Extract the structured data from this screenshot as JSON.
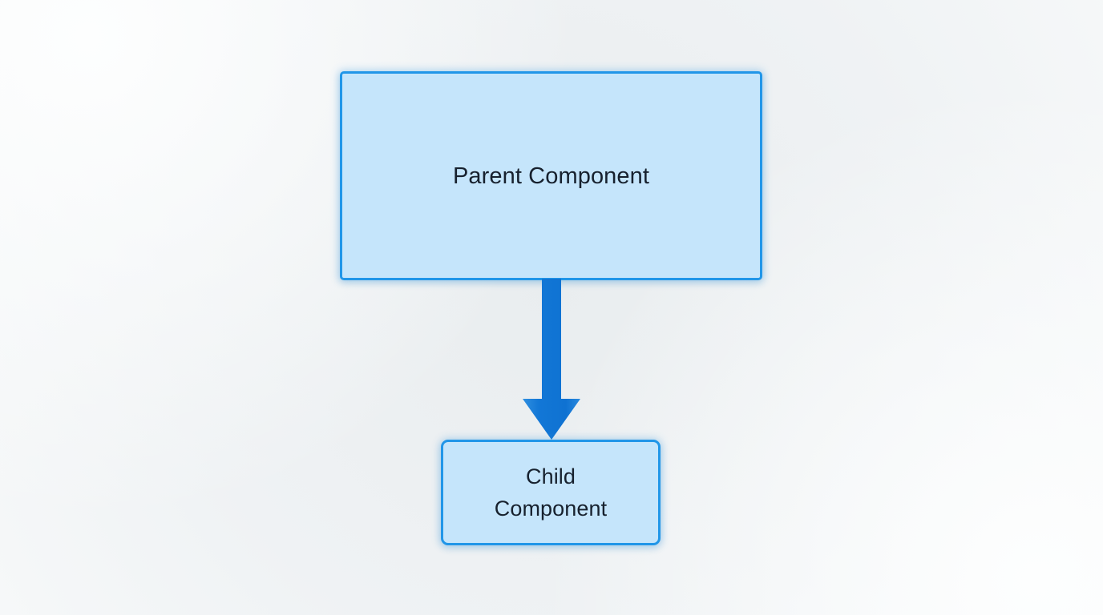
{
  "diagram": {
    "type": "flow-diagram",
    "orientation": "top-to-bottom",
    "background_color": "#eef1f3",
    "nodes": [
      {
        "id": "parent",
        "label": "Parent Component",
        "shape": "rectangle",
        "fill_color": "#c5e5fb",
        "border_color": "#2196e8",
        "text_color": "#17212e"
      },
      {
        "id": "child",
        "label": "Child\nComponent",
        "shape": "rounded-rectangle",
        "fill_color": "#c5e5fb",
        "border_color": "#2196e8",
        "text_color": "#17212e"
      }
    ],
    "edges": [
      {
        "id": "parent-to-child",
        "from": "parent",
        "to": "child",
        "label": "",
        "style": "solid",
        "arrowhead": "filled-triangle",
        "direction": "down",
        "color": "#1277d6"
      }
    ]
  }
}
